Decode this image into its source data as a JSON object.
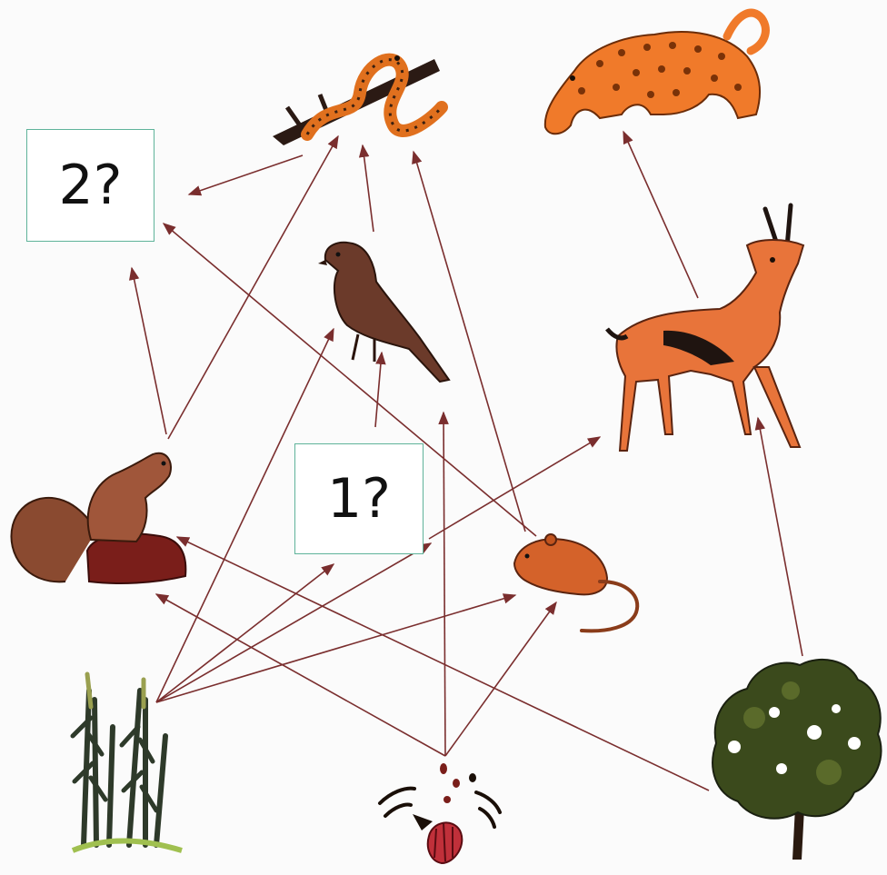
{
  "questions": {
    "box1": "1?",
    "box2": "2?"
  },
  "colors": {
    "arrow": "#7a2e2e",
    "box_border": "#5fb39a",
    "leopard": "#f07a2a",
    "deer": "#e8743a",
    "tree": "#3b4a1c"
  },
  "organisms": [
    {
      "id": "snake",
      "icon": "snake-icon"
    },
    {
      "id": "leopard",
      "icon": "leopard-icon"
    },
    {
      "id": "bird",
      "icon": "bird-icon"
    },
    {
      "id": "deer",
      "icon": "deer-icon"
    },
    {
      "id": "squirrel",
      "icon": "squirrel-icon"
    },
    {
      "id": "rat",
      "icon": "rat-icon"
    },
    {
      "id": "wheat",
      "icon": "wheat-icon"
    },
    {
      "id": "seeds",
      "icon": "seeds-icon"
    },
    {
      "id": "tree",
      "icon": "tree-icon"
    }
  ]
}
